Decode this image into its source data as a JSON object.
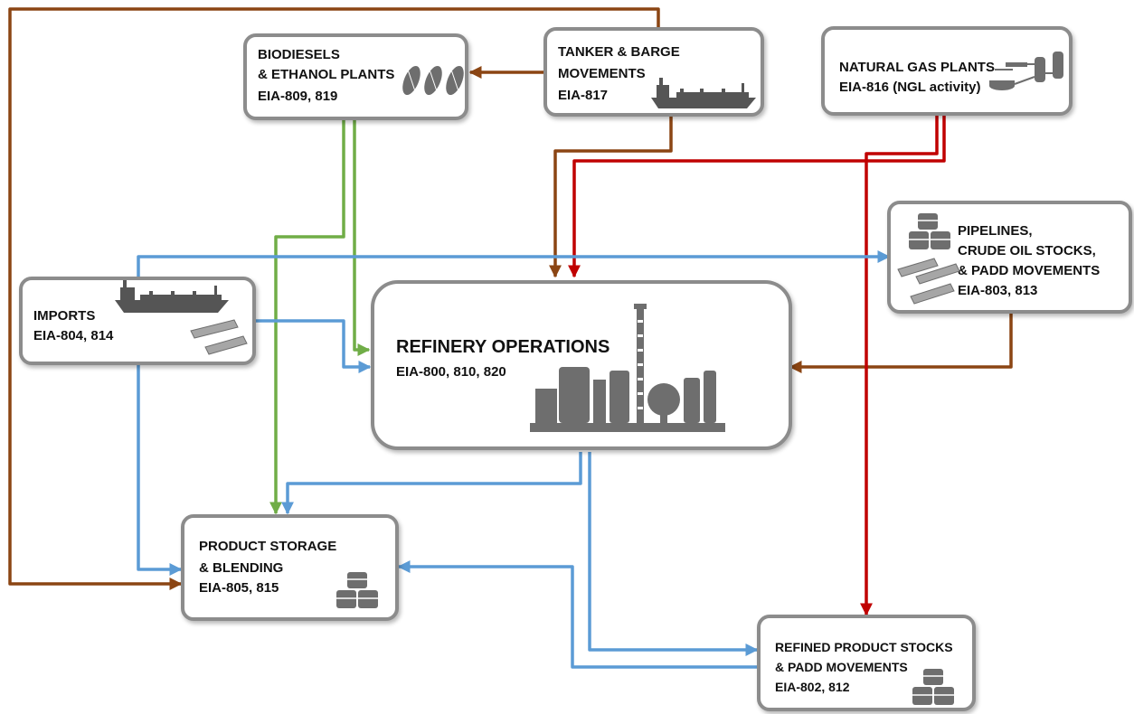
{
  "colors": {
    "brown": "#8b4513",
    "green": "#70ad47",
    "blue": "#5b9bd5",
    "red": "#c00000",
    "box_border": "#8c8c8c",
    "icon_gray": "#6e6e6e"
  },
  "nodes": {
    "biodiesel": {
      "line1": "BIODIESELS",
      "line2": "& ETHANOL PLANTS",
      "survey": "EIA-809, 819",
      "icon": "corn-icon"
    },
    "tanker": {
      "line1": "TANKER & BARGE",
      "line2": "MOVEMENTS",
      "survey": "EIA-817",
      "icon": "tanker-ship-icon"
    },
    "natgas": {
      "line1": "NATURAL GAS PLANTS",
      "survey": "EIA-816 (NGL activity)",
      "icon": "gas-plant-icon"
    },
    "pipelines": {
      "line1": "PIPELINES,",
      "line2": "CRUDE OIL STOCKS,",
      "line3": "& PADD MOVEMENTS",
      "survey": "EIA-803, 813",
      "icon": "pipes-barrels-icon"
    },
    "imports": {
      "line1": "IMPORTS",
      "survey": "EIA-804, 814",
      "icon": "ship-pipes-icon"
    },
    "refinery": {
      "line1": "REFINERY OPERATIONS",
      "survey": "EIA-800, 810, 820",
      "icon": "refinery-icon"
    },
    "storage": {
      "line1": "PRODUCT STORAGE",
      "line2": "& BLENDING",
      "survey": "EIA-805, 815",
      "icon": "barrels-icon"
    },
    "refined": {
      "line1": "REFINED PRODUCT STOCKS",
      "line2": "& PADD MOVEMENTS",
      "survey": "EIA-802, 812",
      "icon": "barrels-icon"
    }
  }
}
